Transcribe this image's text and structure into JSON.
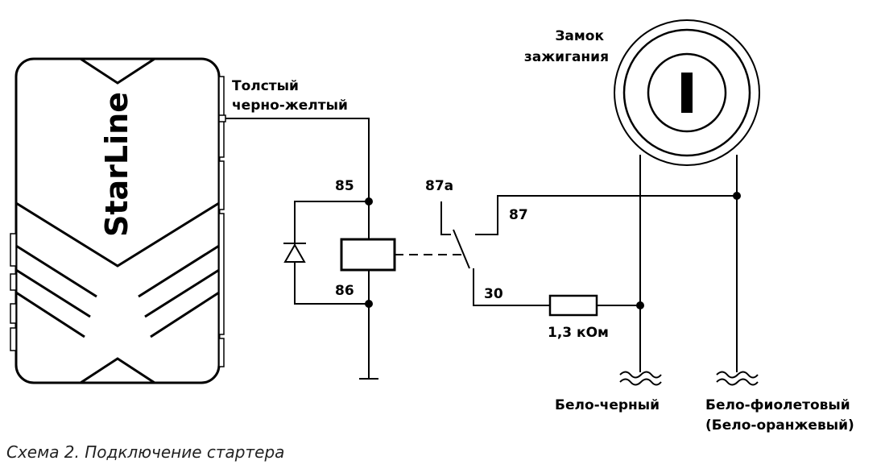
{
  "device": {
    "brand": "StarLine"
  },
  "labels": {
    "wire_thick_1": "Толстый",
    "wire_thick_2": "черно-желтый",
    "pin85": "85",
    "pin86": "86",
    "pin87a": "87а",
    "pin87": "87",
    "pin30": "30",
    "resistor": "1,3 кОм",
    "ignition_1": "Замок",
    "ignition_2": "зажигания",
    "out1": "Бело-черный",
    "out2_1": "Бело-фиолетовый",
    "out2_2": "(Бело-оранжевый)"
  },
  "caption": "Схема 2. Подключение стартера",
  "colors": {
    "line": "#000000",
    "background": "#ffffff"
  }
}
